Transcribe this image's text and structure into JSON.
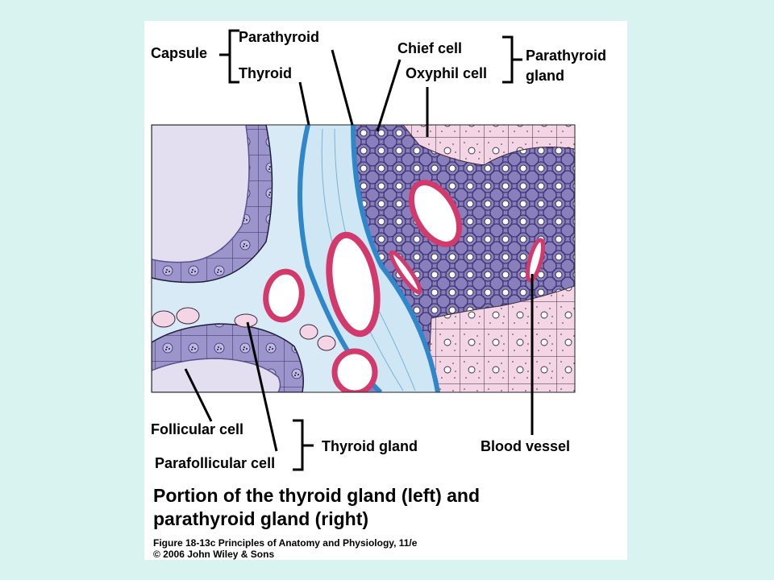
{
  "labels": {
    "capsule": "Capsule",
    "parathyroid": "Parathyroid",
    "thyroid": "Thyroid",
    "chief_cell": "Chief cell",
    "oxyphil_cell": "Oxyphil cell",
    "parathyroid_gland_line1": "Parathyroid",
    "parathyroid_gland_line2": "gland",
    "follicular_cell": "Follicular cell",
    "parafollicular_cell": "Parafollicular cell",
    "thyroid_gland": "Thyroid gland",
    "blood_vessel": "Blood vessel"
  },
  "caption": {
    "line1": "Portion of the thyroid gland (left) and",
    "line2": "parathyroid gland (right)"
  },
  "credit": {
    "line1": "Figure 18-13c  Principles of Anatomy and Physiology, 11/e",
    "line2": "© 2006 John Wiley & Sons"
  },
  "colors": {
    "background": "#d8f3f0",
    "follicle_colloid": "#e4def1",
    "follicular_cell": "#9b95cc",
    "capsule": "#cfe6f5",
    "capsule_band": "#2f86c9",
    "chief_cells": "#8a7fbd",
    "oxyphil_cells": "#f4d5e6",
    "vessel_wall": "#d23a6c"
  }
}
